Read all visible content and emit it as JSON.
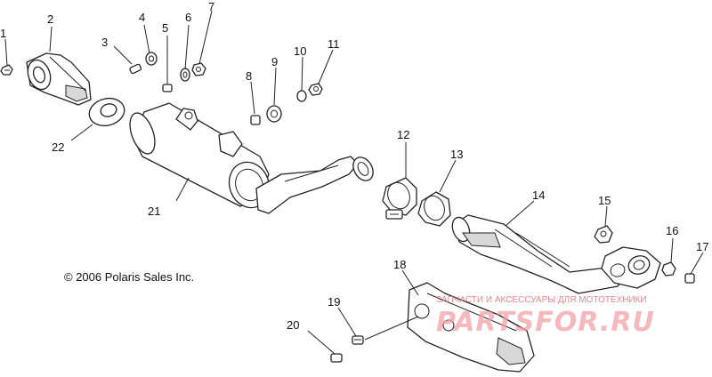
{
  "callouts": [
    {
      "id": "1",
      "label": "1"
    },
    {
      "id": "2",
      "label": "2"
    },
    {
      "id": "3",
      "label": "3"
    },
    {
      "id": "4",
      "label": "4"
    },
    {
      "id": "5",
      "label": "5"
    },
    {
      "id": "6",
      "label": "6"
    },
    {
      "id": "7",
      "label": "7"
    },
    {
      "id": "8",
      "label": "8"
    },
    {
      "id": "9",
      "label": "9"
    },
    {
      "id": "10",
      "label": "10"
    },
    {
      "id": "11",
      "label": "11"
    },
    {
      "id": "12",
      "label": "12"
    },
    {
      "id": "13",
      "label": "13"
    },
    {
      "id": "14",
      "label": "14"
    },
    {
      "id": "15",
      "label": "15"
    },
    {
      "id": "16",
      "label": "16"
    },
    {
      "id": "17",
      "label": "17"
    },
    {
      "id": "18",
      "label": "18"
    },
    {
      "id": "19",
      "label": "19"
    },
    {
      "id": "20",
      "label": "20"
    },
    {
      "id": "21",
      "label": "21"
    },
    {
      "id": "22",
      "label": "22"
    }
  ],
  "copyright": "© 2006 Polaris Sales Inc.",
  "watermark": {
    "line1": "ЗАПЧАСТИ И АКСЕССУАРЫ ДЛЯ МОТОТЕХНИКИ",
    "line2": "PARTSFOR.RU"
  }
}
